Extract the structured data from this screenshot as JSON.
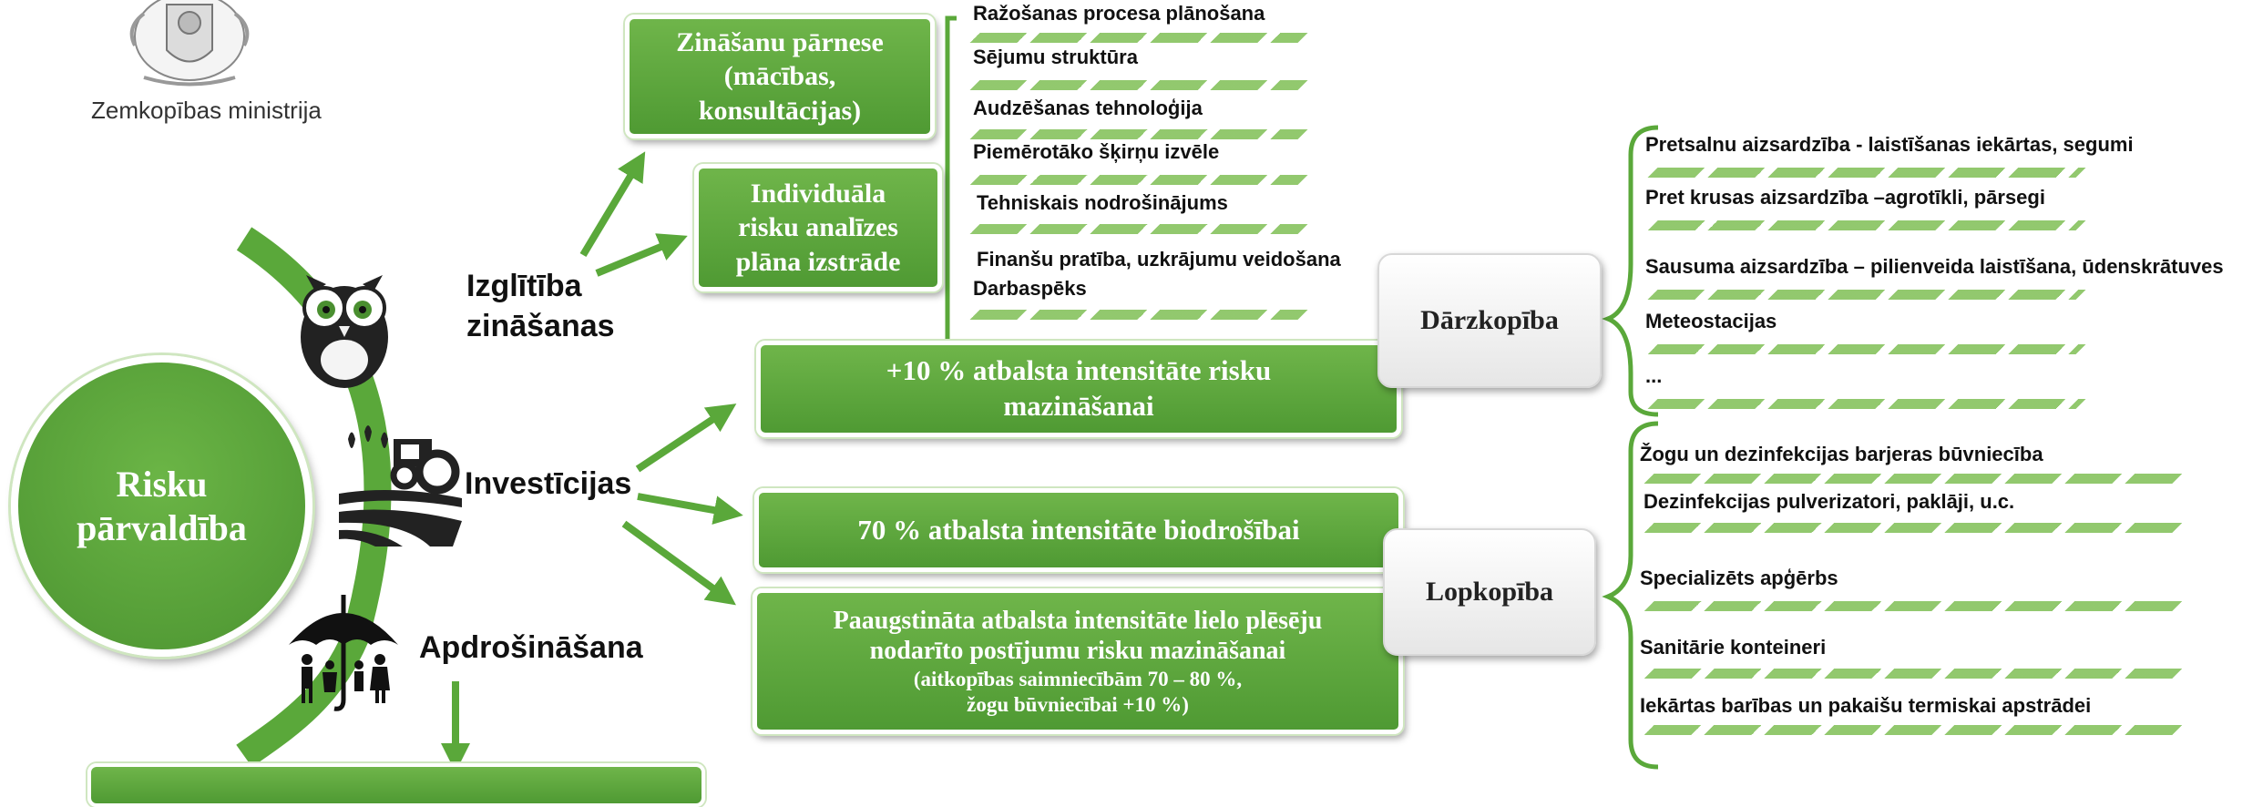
{
  "header": {
    "ministry_name": "Zemkopības ministrija"
  },
  "center": {
    "line1": "Risku",
    "line2": "pārvaldība"
  },
  "pillars": {
    "education": {
      "line1": "Izglītība",
      "line2": "zināšanas",
      "icon": "owl-icon"
    },
    "investments": {
      "label": "Investīcijas",
      "icon": "tractor-field-icon"
    },
    "insurance": {
      "label": "Apdrošināšana",
      "icon": "umbrella-family-icon"
    }
  },
  "education_boxes": {
    "knowledge_transfer": {
      "line1": "Zināšanu pārnese",
      "line2": "(mācības,",
      "line3": "konsultācijas)"
    },
    "risk_analysis": {
      "line1": "Individuāla",
      "line2": "risku analīzes",
      "line3": "plāna izstrāde"
    }
  },
  "education_topics": [
    "Ražošanas procesa plānošana",
    "Sējumu struktūra",
    "Audzēšanas tehnoloģija",
    "Piemērotāko šķirņu izvēle",
    "Tehniskais nodrošinājums",
    "Finanšu pratība, uzkrājumu veidošana",
    "Darbaspēks"
  ],
  "investment_boxes": {
    "risk_reduction": {
      "line1": "+10 % atbalsta intensitāte risku",
      "line2": "mazināšanai"
    },
    "biosecurity": {
      "label": "70 % atbalsta intensitāte biodrošībai"
    },
    "predators": {
      "line1": "Paaugstināta atbalsta intensitāte lielo plēsēju",
      "line2": "nodarīto postījumu risku mazināšanai",
      "line3": "(aitkopības saimniecībām 70 – 80 %,",
      "line4": "žogu būvniecībai +10 %)"
    }
  },
  "sectors": {
    "horticulture": "Dārzkopība",
    "livestock": "Lopkopība"
  },
  "horticulture_items": [
    "Pretsalnu aizsardzība - laistīšanas iekārtas, segumi",
    "Pret krusas aizsardzība –agrotīkli, pārsegi",
    "Sausuma aizsardzība – pilienveida laistīšana, ūdenskrātuves",
    "Meteostacijas",
    "..."
  ],
  "livestock_items": [
    "Žogu un dezinfekcijas barjeras būvniecība",
    "Dezinfekcijas pulverizatori, paklāji, u.c.",
    "Specializēts apģērbs",
    "Sanitārie konteineri",
    "Iekārtas barības un pakaišu termiskai apstrādei"
  ],
  "colors": {
    "green": "#5aa83a",
    "dark_green": "#4a8f30",
    "stripe_green": "#7fbf55"
  }
}
